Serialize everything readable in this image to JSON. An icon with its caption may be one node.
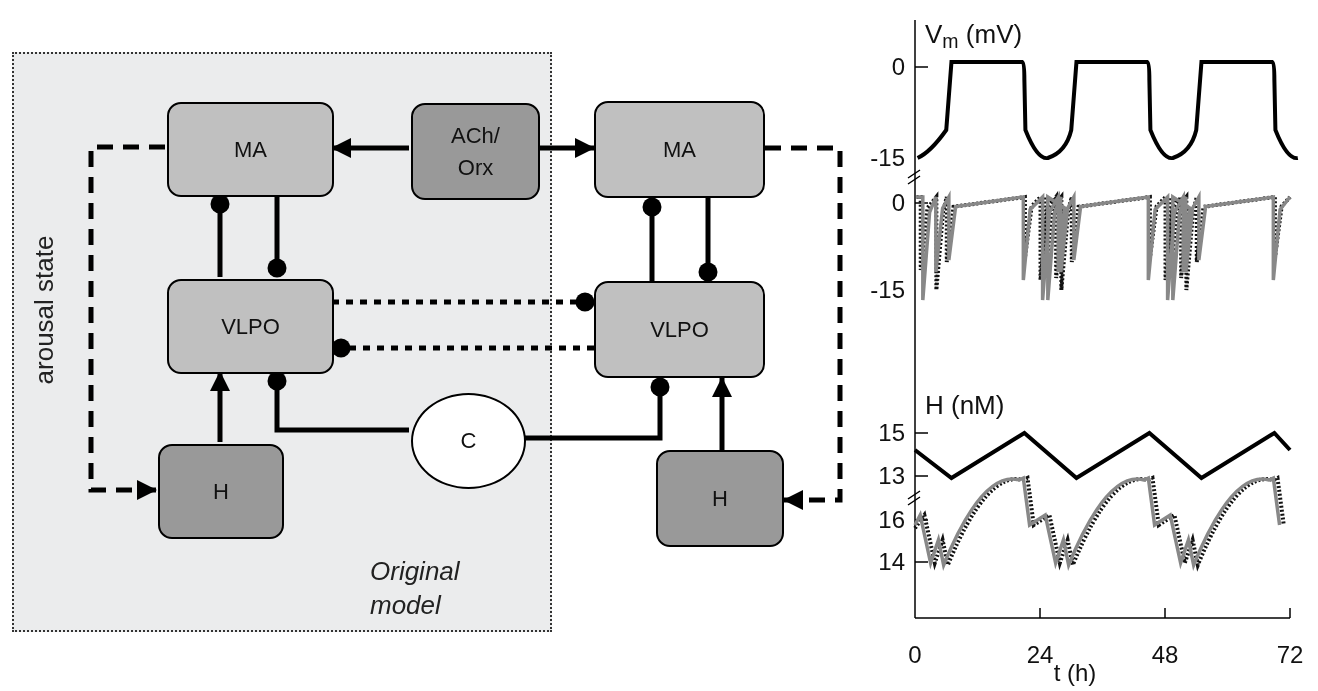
{
  "diagram": {
    "nodes": [
      {
        "text": [
          "Original model"
        ]
      },
      {
        "text": [
          "MA"
        ],
        "in": 0
      },
      {
        "text": [
          "ACh/ Orx"
        ],
        "in": 0
      },
      {
        "text": [
          "MA"
        ]
      },
      {
        "text": [
          "VLPO"
        ],
        "in": 0
      },
      {
        "text": [
          "VLPO"
        ]
      },
      {
        "text": [
          "C"
        ],
        "in": 0
      },
      {
        "text": [
          "H"
        ],
        "in": 0
      },
      {
        "text": [
          "H"
        ]
      }
    ],
    "edges": [
      {
        "from": 2,
        "to": 1,
        "arrow": "to"
      },
      {
        "from": 2,
        "to": 3,
        "arrow": "to"
      },
      {
        "from": 1,
        "to": 7,
        "arrow": "to",
        "style": "dashed",
        "label": "arousal state"
      },
      {
        "from": 3,
        "to": 8,
        "arrow": "to",
        "style": "dashed"
      },
      {
        "from": 4,
        "to": 1,
        "arrow": "other"
      },
      {
        "from": 1,
        "to": 4,
        "arrow": "other"
      },
      {
        "from": 5,
        "to": 3,
        "arrow": "other"
      },
      {
        "from": 3,
        "to": 5,
        "arrow": "other"
      },
      {
        "from": 4,
        "to": 5,
        "arrow": "other",
        "style": "dashed"
      },
      {
        "from": 5,
        "to": 4,
        "arrow": "other",
        "style": "dashed"
      },
      {
        "from": 6,
        "to": 4,
        "arrow": "other"
      },
      {
        "from": 6,
        "to": 5,
        "arrow": "other"
      },
      {
        "from": 7,
        "to": 4,
        "arrow": "to"
      },
      {
        "from": 8,
        "to": 5,
        "arrow": "to"
      }
    ],
    "labels": [
      "V$_{m}$ (mV)",
      "0",
      "-15",
      "0",
      "-15",
      "H (nM)",
      "15",
      "13",
      "16",
      "14",
      "0",
      "24",
      "48",
      "72",
      "t (h)"
    ]
  }
}
